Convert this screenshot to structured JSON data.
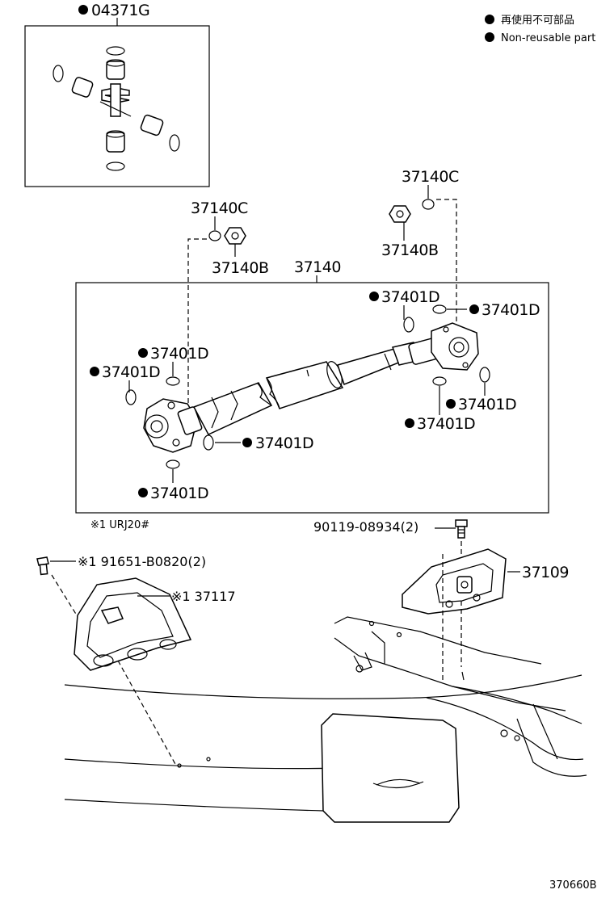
{
  "legend": {
    "line_jp": "再使用不可部品",
    "line_en": "Non-reusable part"
  },
  "parts": {
    "p04371G": "04371G",
    "p37140C_left": "37140C",
    "p37140B_left": "37140B",
    "p37140": "37140",
    "p37140C_right": "37140C",
    "p37140B_right": "37140B",
    "p37401D_1": "37401D",
    "p37401D_2": "37401D",
    "p37401D_3": "37401D",
    "p37401D_4": "37401D",
    "p37401D_5": "37401D",
    "p37401D_6": "37401D",
    "p37401D_7": "37401D",
    "p37401D_8": "37401D",
    "note_urj": "※1 URJ20#",
    "p90119": "90119-08934(2)",
    "p91651": "※1 91651-B0820(2)",
    "p37117": "※1 37117",
    "p37109": "37109"
  },
  "figure_code": "370660B"
}
